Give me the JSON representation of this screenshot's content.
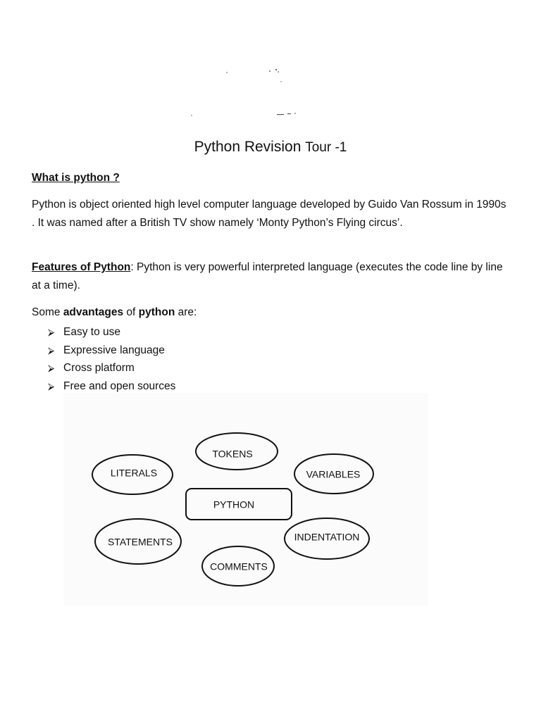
{
  "document": {
    "title_main": "Python Revision",
    "title_suffix": "Tour -1",
    "heading_what": "What is python ?",
    "para_what": "Python is object oriented high level computer language developed by Guido Van Rossum in 1990s . It was named after a British TV show namely ‘Monty Python’s Flying circus’.",
    "features_label": "Features of Python",
    "features_text": ": Python is very powerful interpreted language (executes the code line by line at a time).",
    "advantages_intro_1": "Some ",
    "advantages_intro_bold1": "advantages",
    "advantages_intro_2": " of ",
    "advantages_intro_bold2": "python",
    "advantages_intro_3": " are:",
    "bullet_icon": "arrow-bullet-icon",
    "advantages": [
      "Easy to use",
      "Expressive language",
      "Cross platform",
      "Free and open sources"
    ]
  },
  "diagram": {
    "center": "PYTHON",
    "nodes": {
      "tokens": "TOKENS",
      "literals": "LITERALS",
      "variables": "VARIABLES",
      "statements": "STATEMENTS",
      "indentation": "INDENTATION",
      "comments": "COMMENTS"
    }
  }
}
